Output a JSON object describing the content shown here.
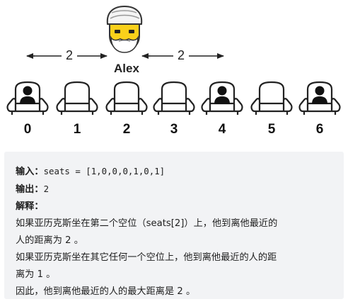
{
  "illustration": {
    "person_name": "Alex",
    "left_distance": "2",
    "right_distance": "2",
    "seat_numbers": [
      "0",
      "1",
      "2",
      "3",
      "4",
      "5",
      "6"
    ],
    "occupied": [
      true,
      false,
      false,
      false,
      true,
      false,
      true
    ]
  },
  "explanation": {
    "input_label": "输入：",
    "input_value": "seats = [1,0,0,0,1,0,1]",
    "output_label": "输出：",
    "output_value": "2",
    "explain_label": "解释：",
    "lines": [
      "如果亚历克斯坐在第二个空位（seats[2]）上，他到离他最近的",
      "人的距离为 2 。",
      "如果亚历克斯坐在其它任何一个空位上，他到离他最近的人的距",
      "离为 1 。",
      "因此，他到离他最近的人的最大距离是 2 。"
    ]
  }
}
